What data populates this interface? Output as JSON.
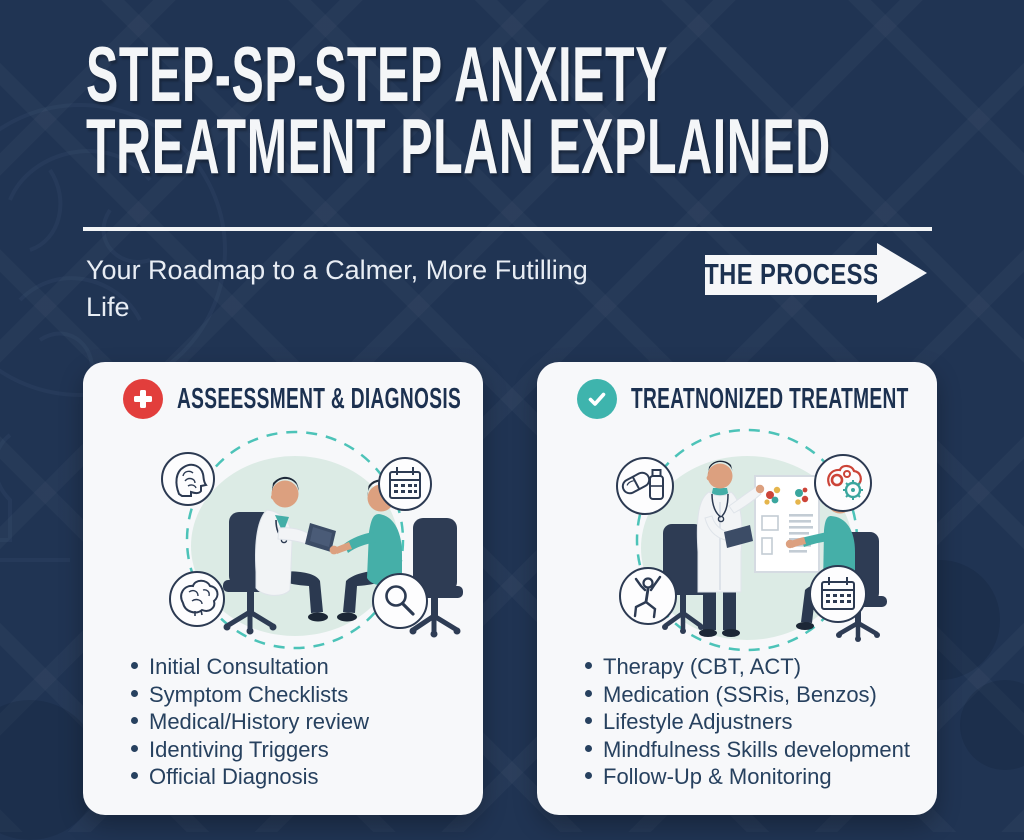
{
  "page": {
    "title_line1": "STEP-SP-STEP ANXIETY",
    "title_line2": "TREATMENT PLAN EXPLAINED",
    "subtitle": "Your Roadmap to a Calmer, More Futilling Life",
    "process_label": "THE PROCESS"
  },
  "colors": {
    "background_navy": "#203453",
    "card_background": "#f7f8fa",
    "heading_navy": "#1c3150",
    "body_text_navy": "#27415f",
    "accent_red": "#e23e3c",
    "accent_teal": "#3eb4ad",
    "dashed_circle_teal": "#4cc3b8",
    "scene_ellipse_mint": "#dcebe5",
    "white": "#f6f7f9"
  },
  "cards": [
    {
      "title": "ASSEESSMENT & DIAGNOSIS",
      "badge_icon": "medical-cross-icon",
      "badge_color": "#e23e3c",
      "corner_icons": [
        "head-brain-icon",
        "calendar-icon",
        "brain-icon",
        "magnifier-icon"
      ],
      "scene": "doctor-with-clipboard-talking-to-seated-patient",
      "items": [
        "Initial Consultation",
        "Symptom Checklists",
        "Medical/History review",
        "Identiving Triggers",
        "Official Diagnosis"
      ]
    },
    {
      "title": "TREATNONIZED TREATMENT",
      "badge_icon": "check-icon",
      "badge_color": "#3eb4ad",
      "corner_icons": [
        "pills-icon",
        "brain-gears-icon",
        "exercise-icon",
        "calendar-icon"
      ],
      "scene": "doctor-pointing-at-brain-chart-with-seated-patient",
      "items": [
        "Therapy (CBT, ACT)",
        "Medication (SSRis, Benzos)",
        "Lifestyle Adjustners",
        "Mindfulness Skills development",
        "Follow-Up & Monitoring"
      ]
    }
  ]
}
